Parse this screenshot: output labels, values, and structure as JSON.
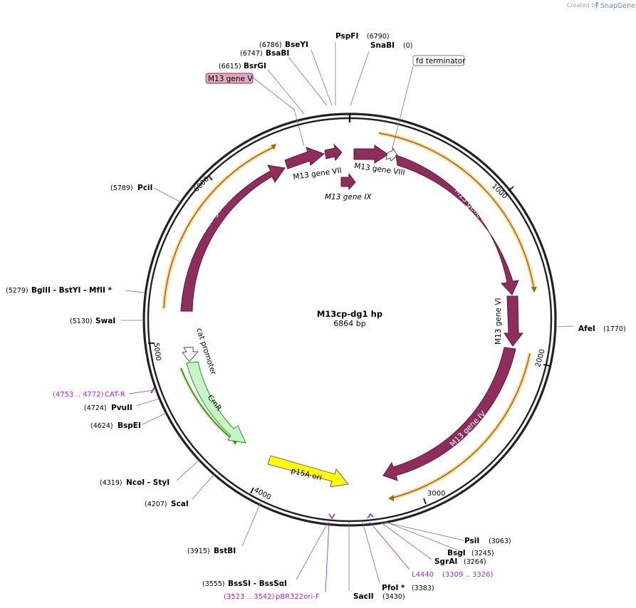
{
  "header": {
    "credit": "Created by",
    "brand": "SnapGene"
  },
  "plasmid": {
    "name": "M13cp-dg1 hp",
    "length_label": "6864 bp"
  },
  "ticks": [
    "1000",
    "2000",
    "3000",
    "4000",
    "5000",
    "6000"
  ],
  "sites": [
    {
      "id": "bseyi",
      "name": "BseYI",
      "pos": "(6786)"
    },
    {
      "id": "bsabi",
      "name": "BsaBI",
      "pos": "(6747)"
    },
    {
      "id": "bsrgi",
      "name": "BsrGI",
      "pos": "(6615)"
    },
    {
      "id": "pspfi",
      "name": "PspFI",
      "pos": "(6790)"
    },
    {
      "id": "snabi",
      "name": "SnaBI",
      "pos": "(0)"
    },
    {
      "id": "pcii",
      "name": "PciI",
      "pos": "(5789)"
    },
    {
      "id": "bglii",
      "name": "BglII   - BstYI   - MfII *",
      "pos": "(5279)"
    },
    {
      "id": "swai",
      "name": "SwaI",
      "pos": "(5130)"
    },
    {
      "id": "afei",
      "name": "AfeI",
      "pos": "(1770)"
    },
    {
      "id": "pvuii",
      "name": "PvuII",
      "pos": "(4724)"
    },
    {
      "id": "bspei",
      "name": "BspEI",
      "pos": "(4624)"
    },
    {
      "id": "ncoi",
      "name": "NcoI   - StyI",
      "pos": "(4319)"
    },
    {
      "id": "scai",
      "name": "ScaI",
      "pos": "(4207)"
    },
    {
      "id": "bstbi",
      "name": "BstBI",
      "pos": "(3915)"
    },
    {
      "id": "bsssi",
      "name": "BssSI   - BssSαI",
      "pos": "(3555)"
    },
    {
      "id": "psii",
      "name": "PsiI",
      "pos": "(3063)"
    },
    {
      "id": "bsgi",
      "name": "BsgI",
      "pos": "(3245)"
    },
    {
      "id": "sgrai",
      "name": "SgrAI",
      "pos": "(3264)"
    },
    {
      "id": "pfoi",
      "name": "PfoI *",
      "pos": "(3383)"
    },
    {
      "id": "sacii",
      "name": "SacII",
      "pos": "(3430)"
    }
  ],
  "primers": [
    {
      "id": "catr",
      "name": "CAT-R",
      "range": "(4753 .. 4772)"
    },
    {
      "id": "l4440",
      "name": "L4440",
      "range": "(3309 .. 3326)"
    },
    {
      "id": "pbr",
      "name": "pBR322ori-F",
      "range": "(3523 .. 3542)"
    }
  ],
  "features": {
    "m13_gene_v": "M13 gene V",
    "fd_terminator": "fd terminator",
    "m13_gene_vii": "M13 gene VII",
    "m13_gene_viii": "M13 gene VIII",
    "m13_gene_ix": "M13 gene IX",
    "m13_gene_ii": "M13 gene II",
    "m13_gene_iii": "M13 gene III",
    "m13_gene_vi": "M13 gene VI",
    "m13_gene_iv": "M13 gene IV",
    "cat_promoter": "cat promoter",
    "cmr": "CmR",
    "p15a_ori": "p15A ori"
  },
  "colors": {
    "gene": "#8e2e5c",
    "gene_dark": "#5e1a3c",
    "cds_arc": "#fbd28a",
    "cds_arc_core": "#8a5a14",
    "cmr_fill": "#c8f5c8",
    "cmr_stroke": "#2d8f2d",
    "ori_fill": "#ffff00",
    "primer": "#9a2bd1",
    "backbone": "#222222",
    "green_arc": "#3f7a1a"
  }
}
